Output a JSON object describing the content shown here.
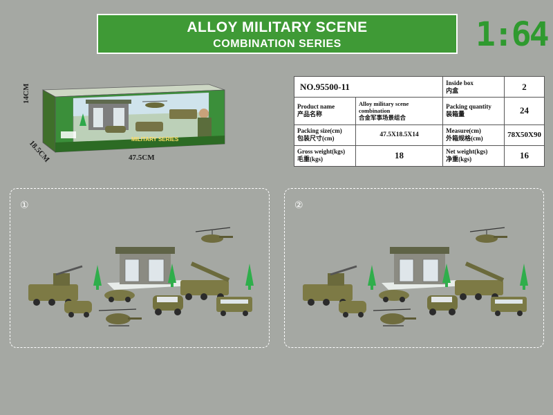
{
  "banner": {
    "line1": "ALLOY MILITARY SCENE",
    "line2": "COMBINATION SERIES"
  },
  "scale": "1:64",
  "box": {
    "height_label": "14CM",
    "depth_label": "18.5CM",
    "width_label": "47.5CM",
    "box_text": "MILITARY SERIES"
  },
  "spec": {
    "item_no": "NO.95500-11",
    "inside_box_label": "Inside box",
    "inside_box_label_cn": "内盒",
    "inside_box_value": "2",
    "product_name_label": "Product name",
    "product_name_label_cn": "产品名称",
    "product_name_value": "Alloy military scene combination",
    "product_name_value_cn": "合金军事场景组合",
    "packing_qty_label": "Packing quantity",
    "packing_qty_label_cn": "装箱量",
    "packing_qty_value": "24",
    "packing_size_label": "Packing size(cm)",
    "packing_size_label_cn": "包装尺寸(cm)",
    "packing_size_value": "47.5X18.5X14",
    "measure_label": "Measure(cm)",
    "measure_label_cn": "外箱规格(cm)",
    "measure_value": "78X50X90",
    "gross_label": "Gross weight(kgs)",
    "gross_label_cn": "毛重(kgs)",
    "gross_value": "18",
    "net_label": "Net weight(kgs)",
    "net_label_cn": "净重(kgs)",
    "net_value": "16"
  },
  "panels": [
    {
      "number": "①"
    },
    {
      "number": "②"
    }
  ],
  "colors": {
    "background": "#a5a8a3",
    "banner": "#3f9a36",
    "scale_text": "#2f9a2f",
    "camo": "#7d7a45"
  }
}
